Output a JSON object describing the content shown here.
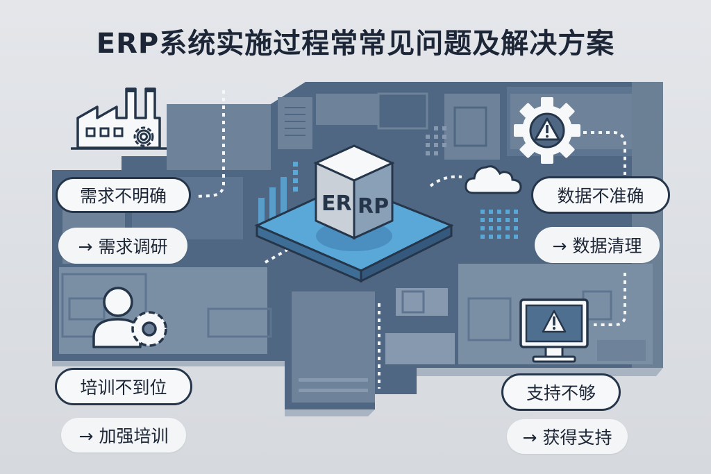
{
  "title": "ERP系统实施过程常常见问题及解决方案",
  "colors": {
    "background": "#e0e3e7",
    "floorplan_dark": "#4e6580",
    "floorplan_mid": "#6b819a",
    "floorplan_light": "#8699ae",
    "outline": "#26364a",
    "accent_blue": "#5aa8d8",
    "pill_fill": "#f7f8f9"
  },
  "center": {
    "cube_label_left": "ER",
    "cube_label_right": "RP",
    "icon": "erp-cube-icon"
  },
  "issues": [
    {
      "id": "requirements",
      "icon": "factory-gear-icon",
      "problem": "需求不明确",
      "solution": "→ 需求调研"
    },
    {
      "id": "training",
      "icon": "user-gear-icon",
      "problem": "培训不到位",
      "solution": "→ 加强培训"
    },
    {
      "id": "data",
      "icon": "gear-warning-icon",
      "problem": "数据不准确",
      "solution": "→ 数据清理"
    },
    {
      "id": "support",
      "icon": "monitor-warning-icon",
      "problem": "支持不够",
      "solution": "→ 获得支持"
    }
  ],
  "decorations": [
    "cloud-icon",
    "bar-chart-icon",
    "dot-grid-icon",
    "dotted-connector-lines"
  ]
}
